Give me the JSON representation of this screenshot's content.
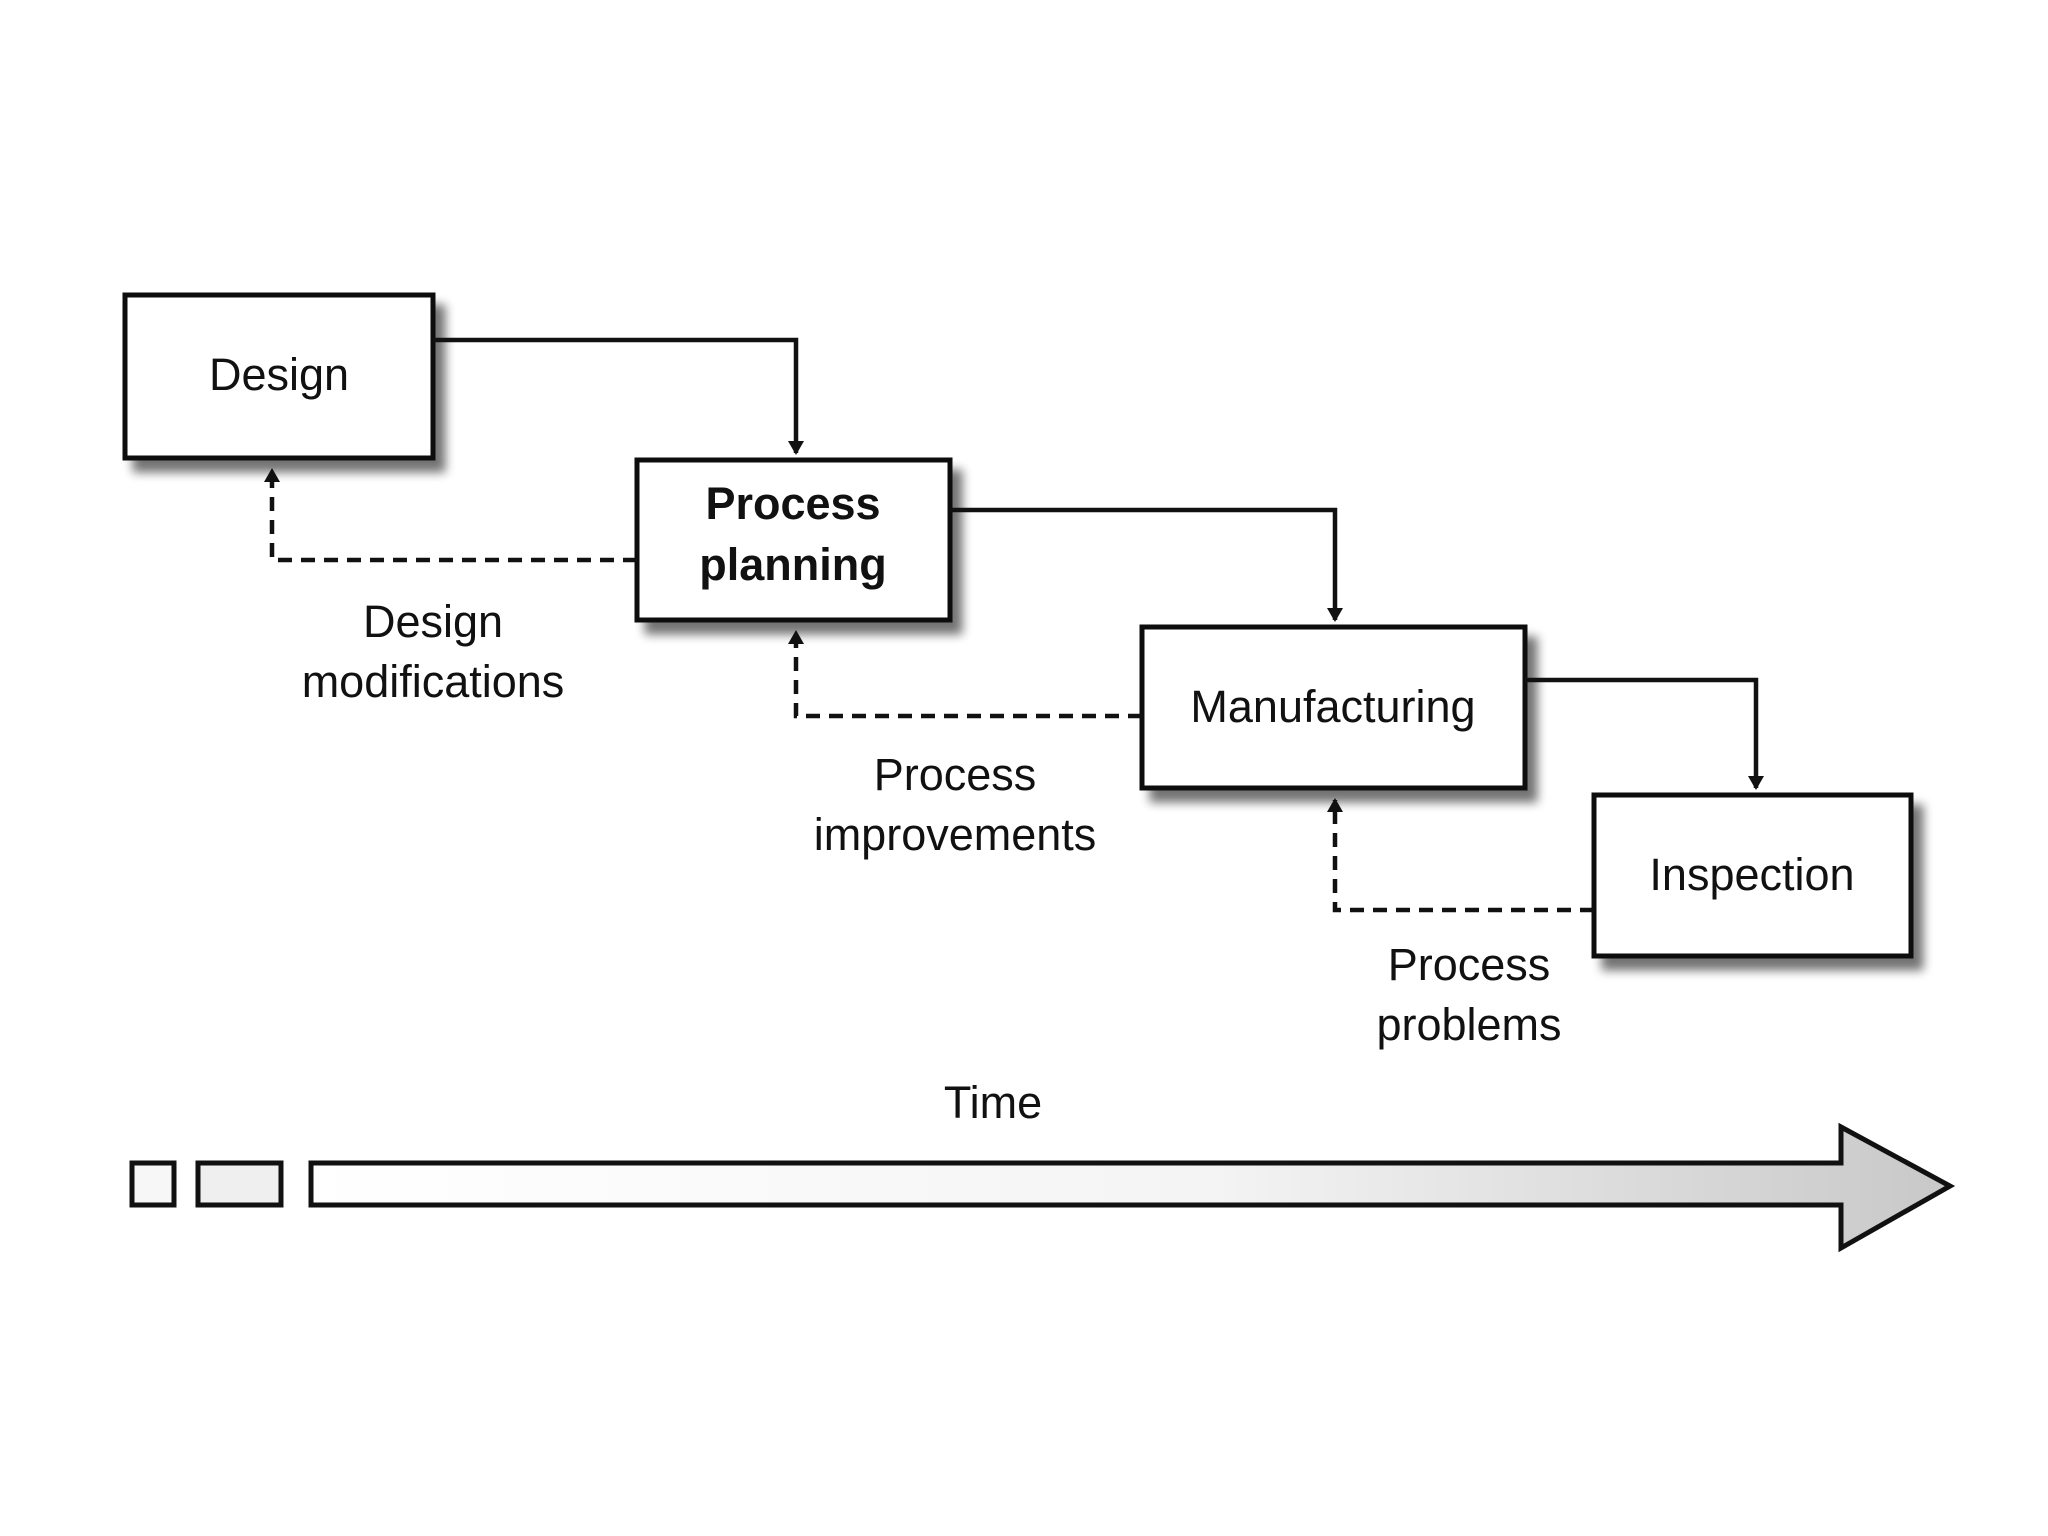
{
  "diagram": {
    "stages": [
      {
        "id": "design",
        "label_lines": [
          "Design"
        ]
      },
      {
        "id": "process-planning",
        "label_lines": [
          "Process",
          "planning"
        ]
      },
      {
        "id": "manufacturing",
        "label_lines": [
          "Manufacturing"
        ]
      },
      {
        "id": "inspection",
        "label_lines": [
          "Inspection"
        ]
      }
    ],
    "feedback": [
      {
        "from": "process-planning",
        "to": "design",
        "label_lines": [
          "Design",
          "modifications"
        ]
      },
      {
        "from": "manufacturing",
        "to": "process-planning",
        "label_lines": [
          "Process",
          "improvements"
        ]
      },
      {
        "from": "inspection",
        "to": "manufacturing",
        "label_lines": [
          "Process",
          "problems"
        ]
      }
    ],
    "time_label": "Time"
  }
}
